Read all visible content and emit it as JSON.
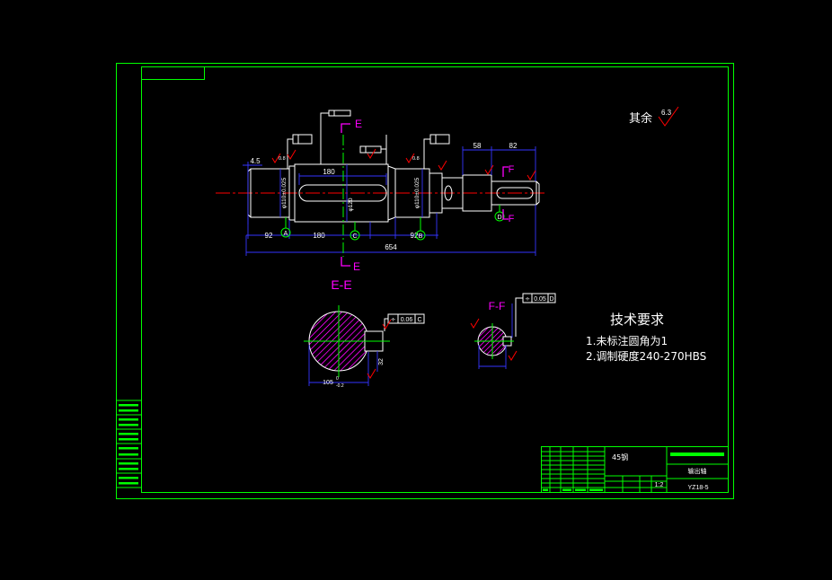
{
  "roughness_note": {
    "label": "其余",
    "value": "6.3"
  },
  "section_marks": {
    "e_top": "E",
    "e_bottom": "E",
    "e_view_title": "E-E",
    "f_top": "F",
    "f_bottom": "F",
    "f_view_title": "F-F"
  },
  "main_view_dims": {
    "end_chamfer": "4.5",
    "left_journal_len": "92",
    "body_len": "180",
    "right_journal_len": "92",
    "total_len": "654",
    "keyway_len": "180",
    "step_len": "58",
    "end_len": "82",
    "left_journal_dia": "φ110±0.025",
    "body_dia": "φ120",
    "right_journal_dia": "φ110±0.025"
  },
  "roughness_values": [
    "0.8",
    "0.8"
  ],
  "datums": {
    "a": "A",
    "c": "C",
    "b": "B",
    "d": "D"
  },
  "section_e": {
    "tolerance_symbol": "÷",
    "tolerance_value": "0.06",
    "tolerance_datum": "C",
    "width_dim": "105",
    "width_upper": "0",
    "width_lower": "-0.2",
    "key_depth": "32"
  },
  "section_f": {
    "tolerance_symbol": "÷",
    "tolerance_value": "0.05",
    "tolerance_datum": "D"
  },
  "tech_requirements": {
    "title": "技术要求",
    "items": [
      "1.未标注圆角为1",
      "2.调制硬度240-270HBS"
    ]
  },
  "title_block": {
    "material": "45钢",
    "part_name": "输出轴",
    "scale": "1:2",
    "drawing_no": "YZ18-5"
  },
  "colors": {
    "frame": "#00ff00",
    "outline": "#ffffff",
    "center": "#ff0000",
    "section": "#ff00ff",
    "dim": "#3535ff",
    "bg": "#000000"
  }
}
